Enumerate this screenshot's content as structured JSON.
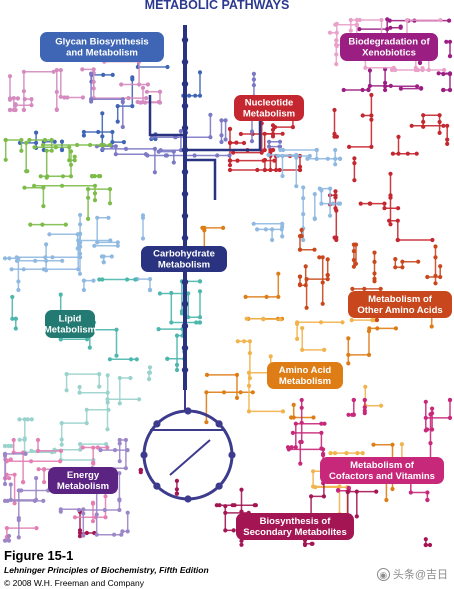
{
  "header": {
    "title": "METABOLIC PATHWAYS"
  },
  "colors": {
    "glycan": "#3f66b4",
    "xenobiotics": "#9b1e82",
    "nucleotide": "#c4272f",
    "carbohydrate": "#29337f",
    "lipid": "#237a72",
    "other_amino": "#c9471d",
    "amino_acid": "#de7d16",
    "energy": "#5b2483",
    "cofactors": "#c8287a",
    "secondary": "#a31553"
  },
  "pathway_labels": [
    {
      "id": "glycan",
      "lines": [
        "Glycan Biosynthesis",
        "and Metabolism"
      ],
      "color": "#3f66b4"
    },
    {
      "id": "xenobiotics",
      "lines": [
        "Biodegradation of",
        "Xenobiotics"
      ],
      "color": "#9b1e82"
    },
    {
      "id": "nucleotide",
      "lines": [
        "Nucleotide",
        "Metabolism"
      ],
      "color": "#c4272f"
    },
    {
      "id": "carbohydrate",
      "lines": [
        "Carbohydrate",
        "Metabolism"
      ],
      "color": "#29337f"
    },
    {
      "id": "lipid",
      "lines": [
        "Lipid",
        "Metabolism"
      ],
      "color": "#237a72"
    },
    {
      "id": "other-amino",
      "lines": [
        "Metabolism of",
        "Other Amino Acids"
      ],
      "color": "#c9471d"
    },
    {
      "id": "amino-acid",
      "lines": [
        "Amino Acid",
        "Metabolism"
      ],
      "color": "#de7d16"
    },
    {
      "id": "energy",
      "lines": [
        "Energy",
        "Metabolism"
      ],
      "color": "#5b2483"
    },
    {
      "id": "cofactors",
      "lines": [
        "Metabolism of",
        "Cofactors and Vitamins"
      ],
      "color": "#c8287a"
    },
    {
      "id": "secondary",
      "lines": [
        "Biosynthesis of",
        "Secondary Metabolites"
      ],
      "color": "#a31553"
    }
  ],
  "caption": {
    "figure": "Figure 15-1",
    "book": "Lehninger Principles of Biochemistry, Fifth Edition",
    "copyright": "© 2008 W.H. Freeman and Company"
  },
  "watermark": {
    "icon": "camera-icon",
    "text": "头条@吉日"
  }
}
